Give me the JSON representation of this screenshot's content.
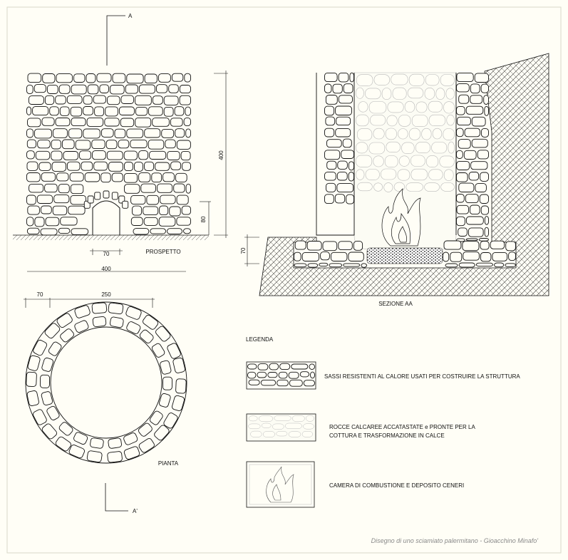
{
  "section_marks": {
    "top": "A",
    "bottom": "A'"
  },
  "views": {
    "elevation": "PROSPETTO",
    "section": "SEZIONE AA",
    "plan": "PIANTA"
  },
  "dimensions": {
    "door_width": "70",
    "total_width": "400",
    "total_height": "400",
    "door_height": "80",
    "pit_depth": "70",
    "wall_thickness": "70",
    "inner_diameter": "250"
  },
  "legend": {
    "title": "LEGENDA",
    "items": [
      {
        "text": "SASSI RESISTENTI AL CALORE USATI PER COSTRUIRE LA STRUTTURA"
      },
      {
        "text_line1": "ROCCE CALCAREE ACCATASTATE e PRONTE PER LA",
        "text_line2": "COTTURA E TRASFORMAZIONE IN CALCE"
      },
      {
        "text": "CAMERA DI COMBUSTIONE E DEPOSITO CENERI"
      }
    ]
  },
  "signature": "Disegno di uno sciamiato palermitano - Gioacchino Minafo'",
  "colors": {
    "ink": "#111111",
    "paper": "#fffef6",
    "hatch": "#333333",
    "limestone": "#c8c8c8",
    "signature": "#8a8a8a"
  }
}
